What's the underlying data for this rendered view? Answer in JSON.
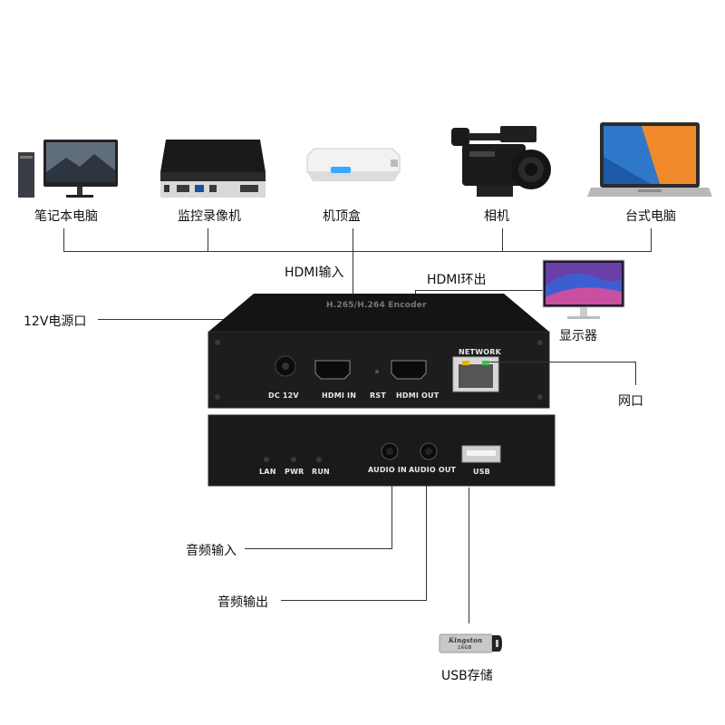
{
  "devices": {
    "laptop": "笔记本电脑",
    "dvr": "监控录像机",
    "settopbox": "机顶盒",
    "camera": "相机",
    "desktop": "台式电脑",
    "monitor": "显示器",
    "usb_storage": "USB存储"
  },
  "callouts": {
    "hdmi_in": "HDMI输入",
    "hdmi_loop": "HDMI环出",
    "power": "12V电源口",
    "network": "网口",
    "audio_in": "音频输入",
    "audio_out": "音频输出"
  },
  "encoder": {
    "top_label": "H.265/H.264 Encoder",
    "network_label": "NETWORK",
    "dc_label": "DC 12V",
    "hdmi_in_label": "HDMI IN",
    "rst_label": "RST",
    "hdmi_out_label": "HDMI OUT",
    "lan_label": "LAN",
    "pwr_label": "PWR",
    "run_label": "RUN",
    "audio_in_label": "AUDIO IN",
    "audio_out_label": "AUDIO OUT",
    "usb_label": "USB",
    "usb_brand": "Kingston",
    "usb_capacity": "16GB"
  },
  "colors": {
    "case": "#1b1b1b",
    "line": "#333333"
  }
}
